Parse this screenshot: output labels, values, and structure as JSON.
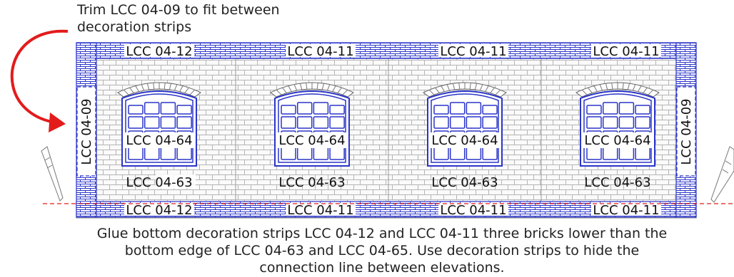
{
  "notes": {
    "top": "Trim LCC 04-09 to fit between decoration strips",
    "bottom": "Glue bottom decoration strips LCC 04-12 and LCC 04-11 three bricks lower than the bottom edge of LCC 04-63 and LCC 04-65. Use decoration strips to hide the connection line between elevations."
  },
  "parts": {
    "top_strips": [
      "LCC 04-12",
      "LCC 04-11",
      "LCC 04-11",
      "LCC 04-11"
    ],
    "bottom_strips": [
      "LCC 04-12",
      "LCC 04-11",
      "LCC 04-11",
      "LCC 04-11"
    ],
    "side_pillar_left": "LCC 04-09",
    "side_pillar_right": "LCC 04-09",
    "windows": [
      "LCC 04-64",
      "LCC 04-64",
      "LCC 04-64",
      "LCC 04-64"
    ],
    "wall_panels": [
      "LCC 04-63",
      "LCC 04-63",
      "LCC 04-63",
      "LCC 04-63"
    ]
  },
  "colors": {
    "outline": "#2b35c8",
    "brick_lines": "#aaaaaa",
    "arrow": "#e31b1b",
    "cut_line": "#e31b1b"
  },
  "icons": [
    "curved-arrow-icon",
    "hobby-knife-icon"
  ]
}
